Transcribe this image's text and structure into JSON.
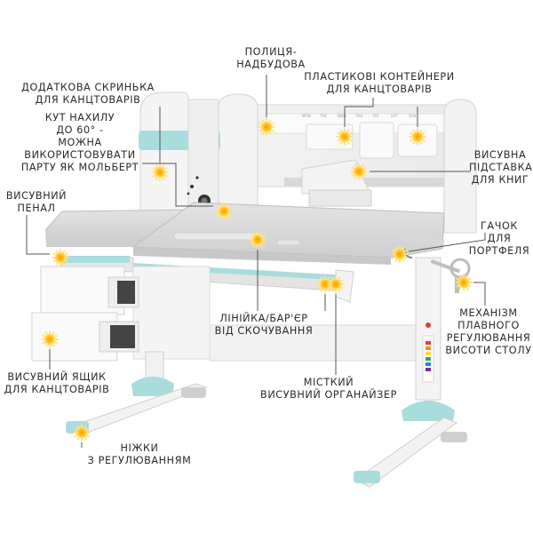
{
  "callouts": [
    {
      "id": "shelf",
      "lines": [
        "ПОЛИЦЯ-",
        "НАДБУДОВА"
      ]
    },
    {
      "id": "box",
      "lines": [
        "ДОДАТКОВА СКРИНЬКА",
        "ДЛЯ КАНЦТОВАРІВ"
      ]
    },
    {
      "id": "containers",
      "lines": [
        "ПЛАСТИКОВІ КОНТЕЙНЕРИ",
        "ДЛЯ КАНЦТОВАРІВ"
      ]
    },
    {
      "id": "tilt",
      "lines": [
        "КУТ НАХИЛУ",
        "ДО 60° -",
        "МОЖНА",
        "ВИКОРИСТОВУВАТИ",
        "ПАРТУ ЯК МОЛЬБЕРТ"
      ]
    },
    {
      "id": "bookstand",
      "lines": [
        "ВИСУВНА",
        "ПІДСТАВКА",
        "ДЛЯ КНИГ"
      ]
    },
    {
      "id": "pencil",
      "lines": [
        "ВИСУВНИЙ",
        "ПЕНАЛ"
      ]
    },
    {
      "id": "hook",
      "lines": [
        "ГАЧОК",
        "ДЛЯ",
        "ПОРТФЕЛЯ"
      ]
    },
    {
      "id": "barrier",
      "lines": [
        "ЛІНІЙКА/БАР'ЄР",
        "ВІД СКОЧУВАННЯ"
      ]
    },
    {
      "id": "mechanism",
      "lines": [
        "МЕХАНІЗМ",
        "ПЛАВНОГО",
        "РЕГУЛЮВАННЯ",
        "ВИСОТИ СТОЛУ"
      ]
    },
    {
      "id": "drawer",
      "lines": [
        "ВИСУВНИЙ ЯЩИК",
        "ДЛЯ КАНЦТОВАРІВ"
      ]
    },
    {
      "id": "organizer",
      "lines": [
        "МІСТКИЙ",
        "ВИСУВНИЙ ОРГАНАЙЗЕР"
      ]
    },
    {
      "id": "legs",
      "lines": [
        "НІЖКИ",
        "З РЕГУЛЮВАННЯМ"
      ]
    }
  ],
  "colors": {
    "accent": "#9fd3d3",
    "accent_dark": "#6fb6b8",
    "desk_white": "#f4f4f4",
    "desk_grey": "#d9d9d9",
    "metal": "#e6e6e6",
    "leader": "#555555",
    "marker_fill": "#f6b21a",
    "marker_ring": "#ffe08a"
  }
}
